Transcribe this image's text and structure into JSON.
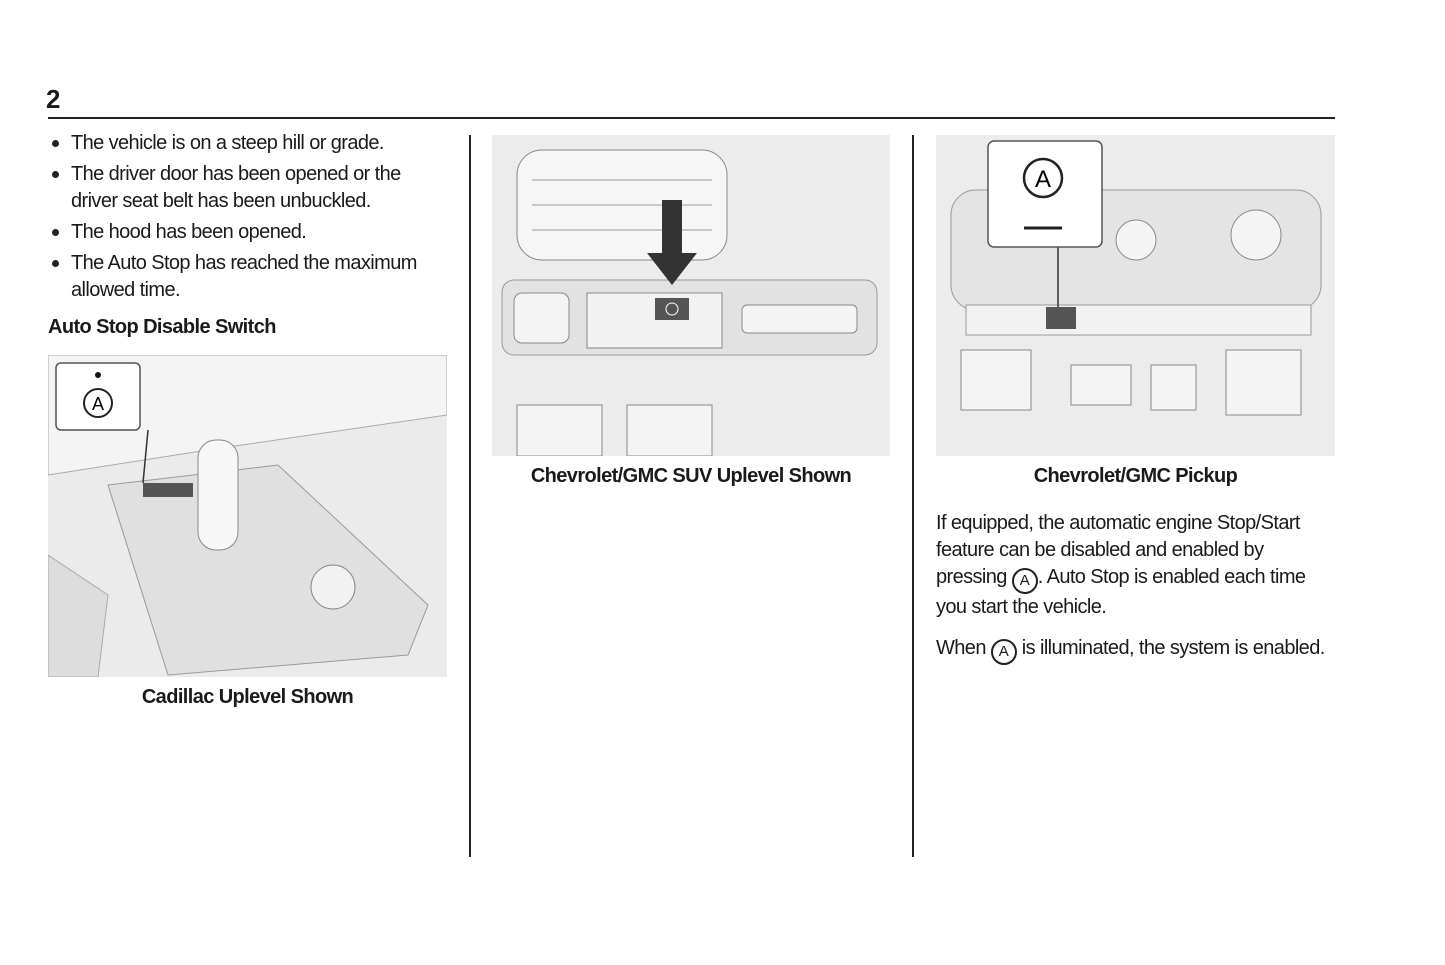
{
  "page_number": "2",
  "bullets": [
    "The vehicle is on a steep hill or grade.",
    "The driver door has been opened or the driver seat belt has been unbuckled.",
    "The hood has been opened.",
    "The Auto Stop has reached the maximum allowed time."
  ],
  "section_heading": "Auto Stop Disable Switch",
  "figures": [
    {
      "caption": "Cadillac Uplevel Shown"
    },
    {
      "caption": "Chevrolet/GMC SUV Uplevel Shown"
    },
    {
      "caption": "Chevrolet/GMC Pickup"
    }
  ],
  "icon_glyph": "A",
  "para1": {
    "a": "If equipped, the automatic engine Stop/Start feature can be disabled and enabled by pressing ",
    "b": ". Auto Stop is enabled each time you start the vehicle."
  },
  "para2": {
    "a": "When ",
    "b": " is illuminated, the system is enabled."
  }
}
